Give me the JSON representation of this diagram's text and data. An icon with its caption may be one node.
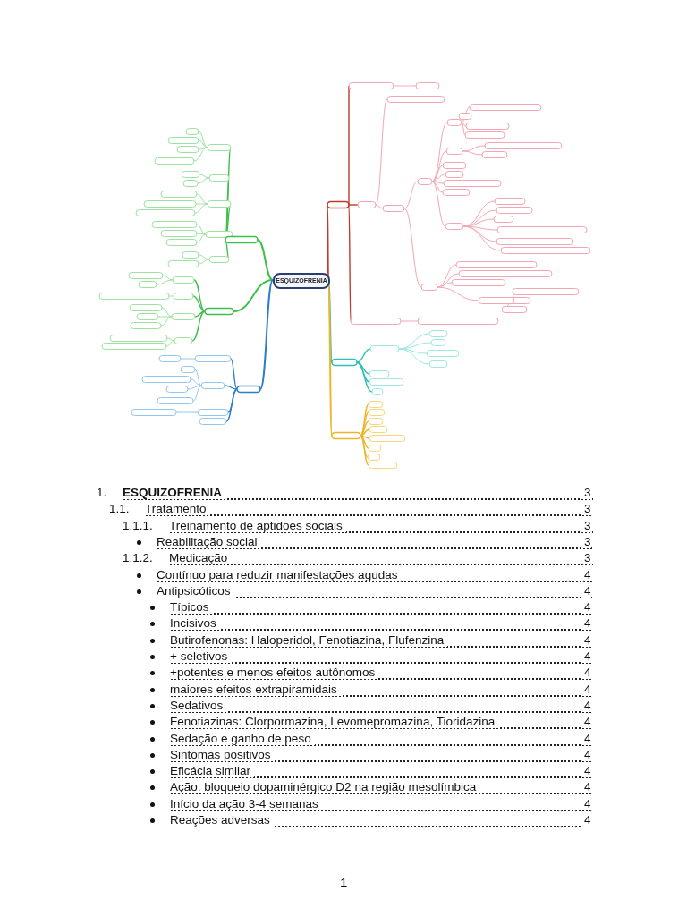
{
  "diagram": {
    "labels": [
      "ESQUIZOFRENIA",
      "1.",
      "ESQUIZOFRENIA",
      "3",
      "1.1.",
      "Tratamento",
      "3",
      "1.1.1.",
      "Treinamento de aptidões sociais",
      "3",
      "Reabilitação social",
      "3",
      "1.1.2.",
      "Medicação",
      "3",
      "Contínuo para reduzir manifestações agudas",
      "4",
      "Antipsicóticos",
      "4",
      "Típicos",
      "4",
      "Incisivos",
      "4",
      "Butirofenonas: Haloperidol, Fenotiazina, Flufenzina",
      "4",
      "+ seletivos",
      "4",
      "+potentes e menos efeitos autônomos",
      "4",
      "maiores efeitos extrapiramidais",
      "4",
      "Sedativos",
      "4",
      "Fenotiazinas: Clorpormazina, Levomepromazina, Tioridazina",
      "4",
      "Sedação e ganho de peso",
      "4",
      "Sintomas positivos",
      "4",
      "Eficácia similar",
      "4",
      "Ação: bloqueio dopaminérgico D2 na região mesolímbica",
      "4",
      "Início da ação 3-4 semanas",
      "4",
      "Reações adversas",
      "4",
      "1"
    ]
  }
}
